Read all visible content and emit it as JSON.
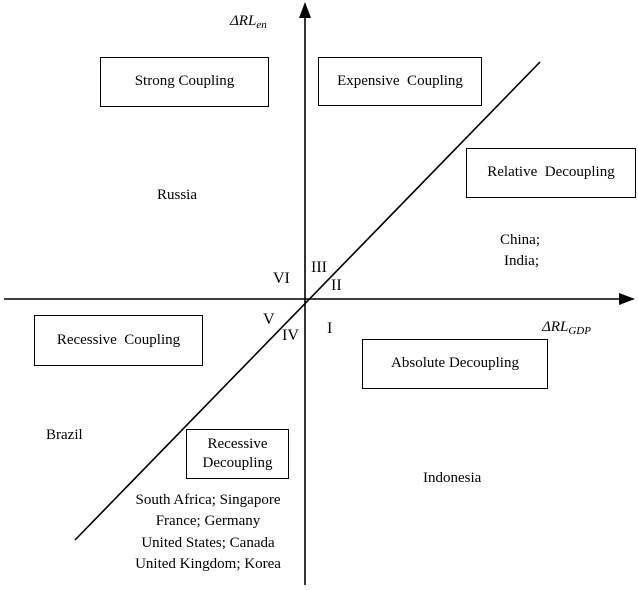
{
  "axes": {
    "y_label_main": "ΔRL",
    "y_label_sub": "en",
    "x_label_main": "ΔRL",
    "x_label_sub": "GDP"
  },
  "regions": {
    "strong_coupling": "Strong Coupling",
    "expensive_coupling": "Expensive  Coupling",
    "relative_decoupling": "Relative  Decoupling",
    "recessive_coupling": "Recessive  Coupling",
    "absolute_decoupling": "Absolute Decoupling",
    "recessive_decoupling_line1": "Recessive",
    "recessive_decoupling_line2": "Decoupling"
  },
  "quadrant_numerals": {
    "I": "I",
    "II": "II",
    "III": "III",
    "IV": "IV",
    "V": "V",
    "VI": "VI"
  },
  "countries": {
    "russia": "Russia",
    "china": "China;",
    "india": "India;",
    "brazil": "Brazil",
    "indonesia": "Indonesia",
    "group_line1": "South Africa; Singapore",
    "group_line2": "France; Germany",
    "group_line3": "United States; Canada",
    "group_line4": "United Kingdom; Korea"
  }
}
